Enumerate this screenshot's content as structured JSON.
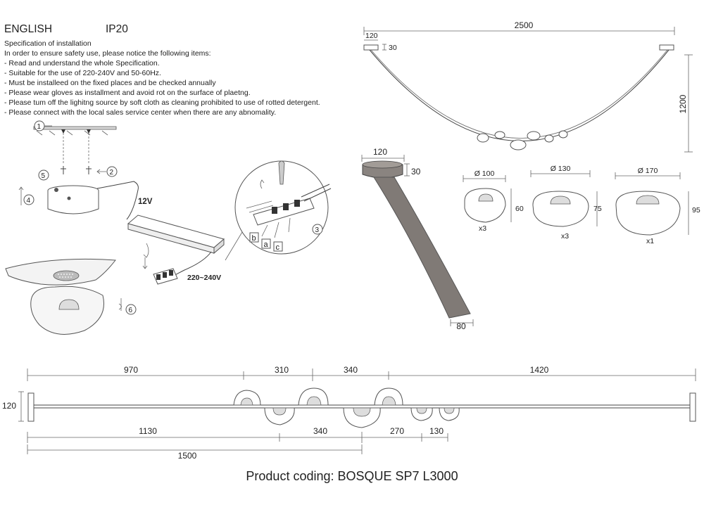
{
  "header": {
    "language": "ENGLISH",
    "ip_rating": "IP20",
    "spec_title": "Specification of installation",
    "intro": "In order to ensure safety use, please notice the following items:",
    "items": [
      "- Read and understand the whole Specification.",
      "- Suitable for the use of 220-240V and 50-60Hz.",
      "- Must be installeed on the fixed places and be checked annually",
      "- Please wear gloves as installment and avoid rot on the surface of plaetng.",
      "- Please tum off the lighitng source by soft cloth as cleaning prohibited to use of rotted detergent.",
      "- Please connect with the local sales service center when there are any abnomality."
    ]
  },
  "install": {
    "steps": [
      "1",
      "2",
      "3",
      "4",
      "5",
      "6"
    ],
    "voltage_low": "12V",
    "voltage_mains": "220~240V",
    "wire_labels": [
      "b",
      "a",
      "c"
    ]
  },
  "overview": {
    "width": "2500",
    "canopy_width": "120",
    "canopy_height": "30",
    "drop": "1200"
  },
  "detail": {
    "canopy_width": "120",
    "canopy_height": "30",
    "strap_width": "80"
  },
  "shades": [
    {
      "diameter": "Ø 100",
      "height": "60",
      "qty": "x3"
    },
    {
      "diameter": "Ø 130",
      "height": "75",
      "qty": "x3"
    },
    {
      "diameter": "Ø 170",
      "height": "95",
      "qty": "x1"
    }
  ],
  "layout": {
    "height": "120",
    "top_dims": [
      "970",
      "310",
      "340",
      "1420"
    ],
    "bottom_dims": [
      "1130",
      "340",
      "270",
      "130"
    ],
    "center": "1500"
  },
  "footer": {
    "product_coding": "Product coding: BOSQUE SP7 L3000"
  }
}
